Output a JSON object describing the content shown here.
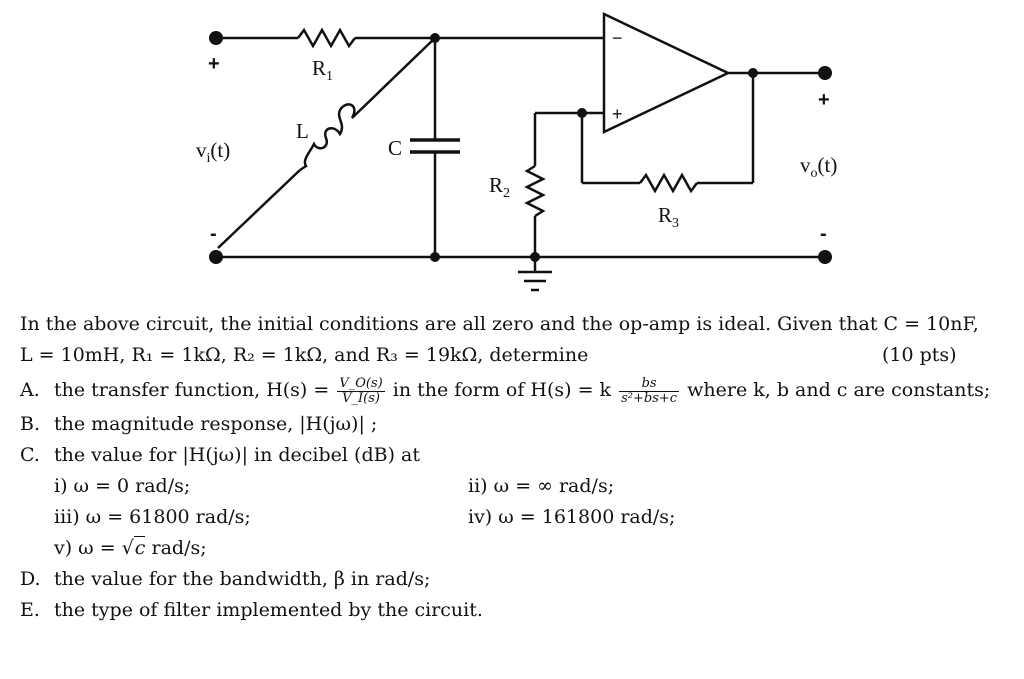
{
  "circuit": {
    "vin_plus": "+",
    "vin_label": "v",
    "vin_sub": "i",
    "vin_arg": "(t)",
    "vin_minus": "-",
    "vout_plus": "+",
    "vout_label": "v",
    "vout_sub": "o",
    "vout_arg": "(t)",
    "vout_minus": "-",
    "r1_label": "R",
    "r1_sub": "1",
    "r2_label": "R",
    "r2_sub": "2",
    "r3_label": "R",
    "r3_sub": "3",
    "l_label": "L",
    "c_label": "C",
    "opamp_minus": "−",
    "opamp_plus": "+"
  },
  "problem": {
    "intro_1": "In the above circuit, the initial conditions are all zero and the op-amp is ideal. Given that C = 10nF,",
    "intro_2": "L = 10mH, R₁ = 1kΩ, R₂ = 1kΩ, and R₃ = 19kΩ, determine",
    "points": "(10 pts)",
    "a_letter": "A.",
    "a_pre": "the transfer function, H(s) =",
    "a_frac_num": "V_O(s)",
    "a_frac_den": "V_I(s)",
    "a_mid": "in the form of  H(s) = k",
    "a_frac2_num": "bs",
    "a_frac2_den": "s²+bs+c",
    "a_post": "where k, b and c are constants;",
    "b_letter": "B.",
    "b_text": "the magnitude response, |H(jω)| ;",
    "c_letter": "C.",
    "c_text": "the value for |H(jω)| in decibel (dB) at",
    "c_i": "i)   ω = 0 rad/s;",
    "c_ii": "ii)  ω = ∞ rad/s;",
    "c_iii": "iii) ω = 61800 rad/s;",
    "c_iv": "iv)  ω = 161800 rad/s;",
    "c_v_pre": "v)   ω = ",
    "c_v_rad": "c",
    "c_v_post": " rad/s;",
    "d_letter": "D.",
    "d_text": "the value for the bandwidth, β in rad/s;",
    "e_letter": "E.",
    "e_text": "the type of filter implemented by the circuit."
  }
}
